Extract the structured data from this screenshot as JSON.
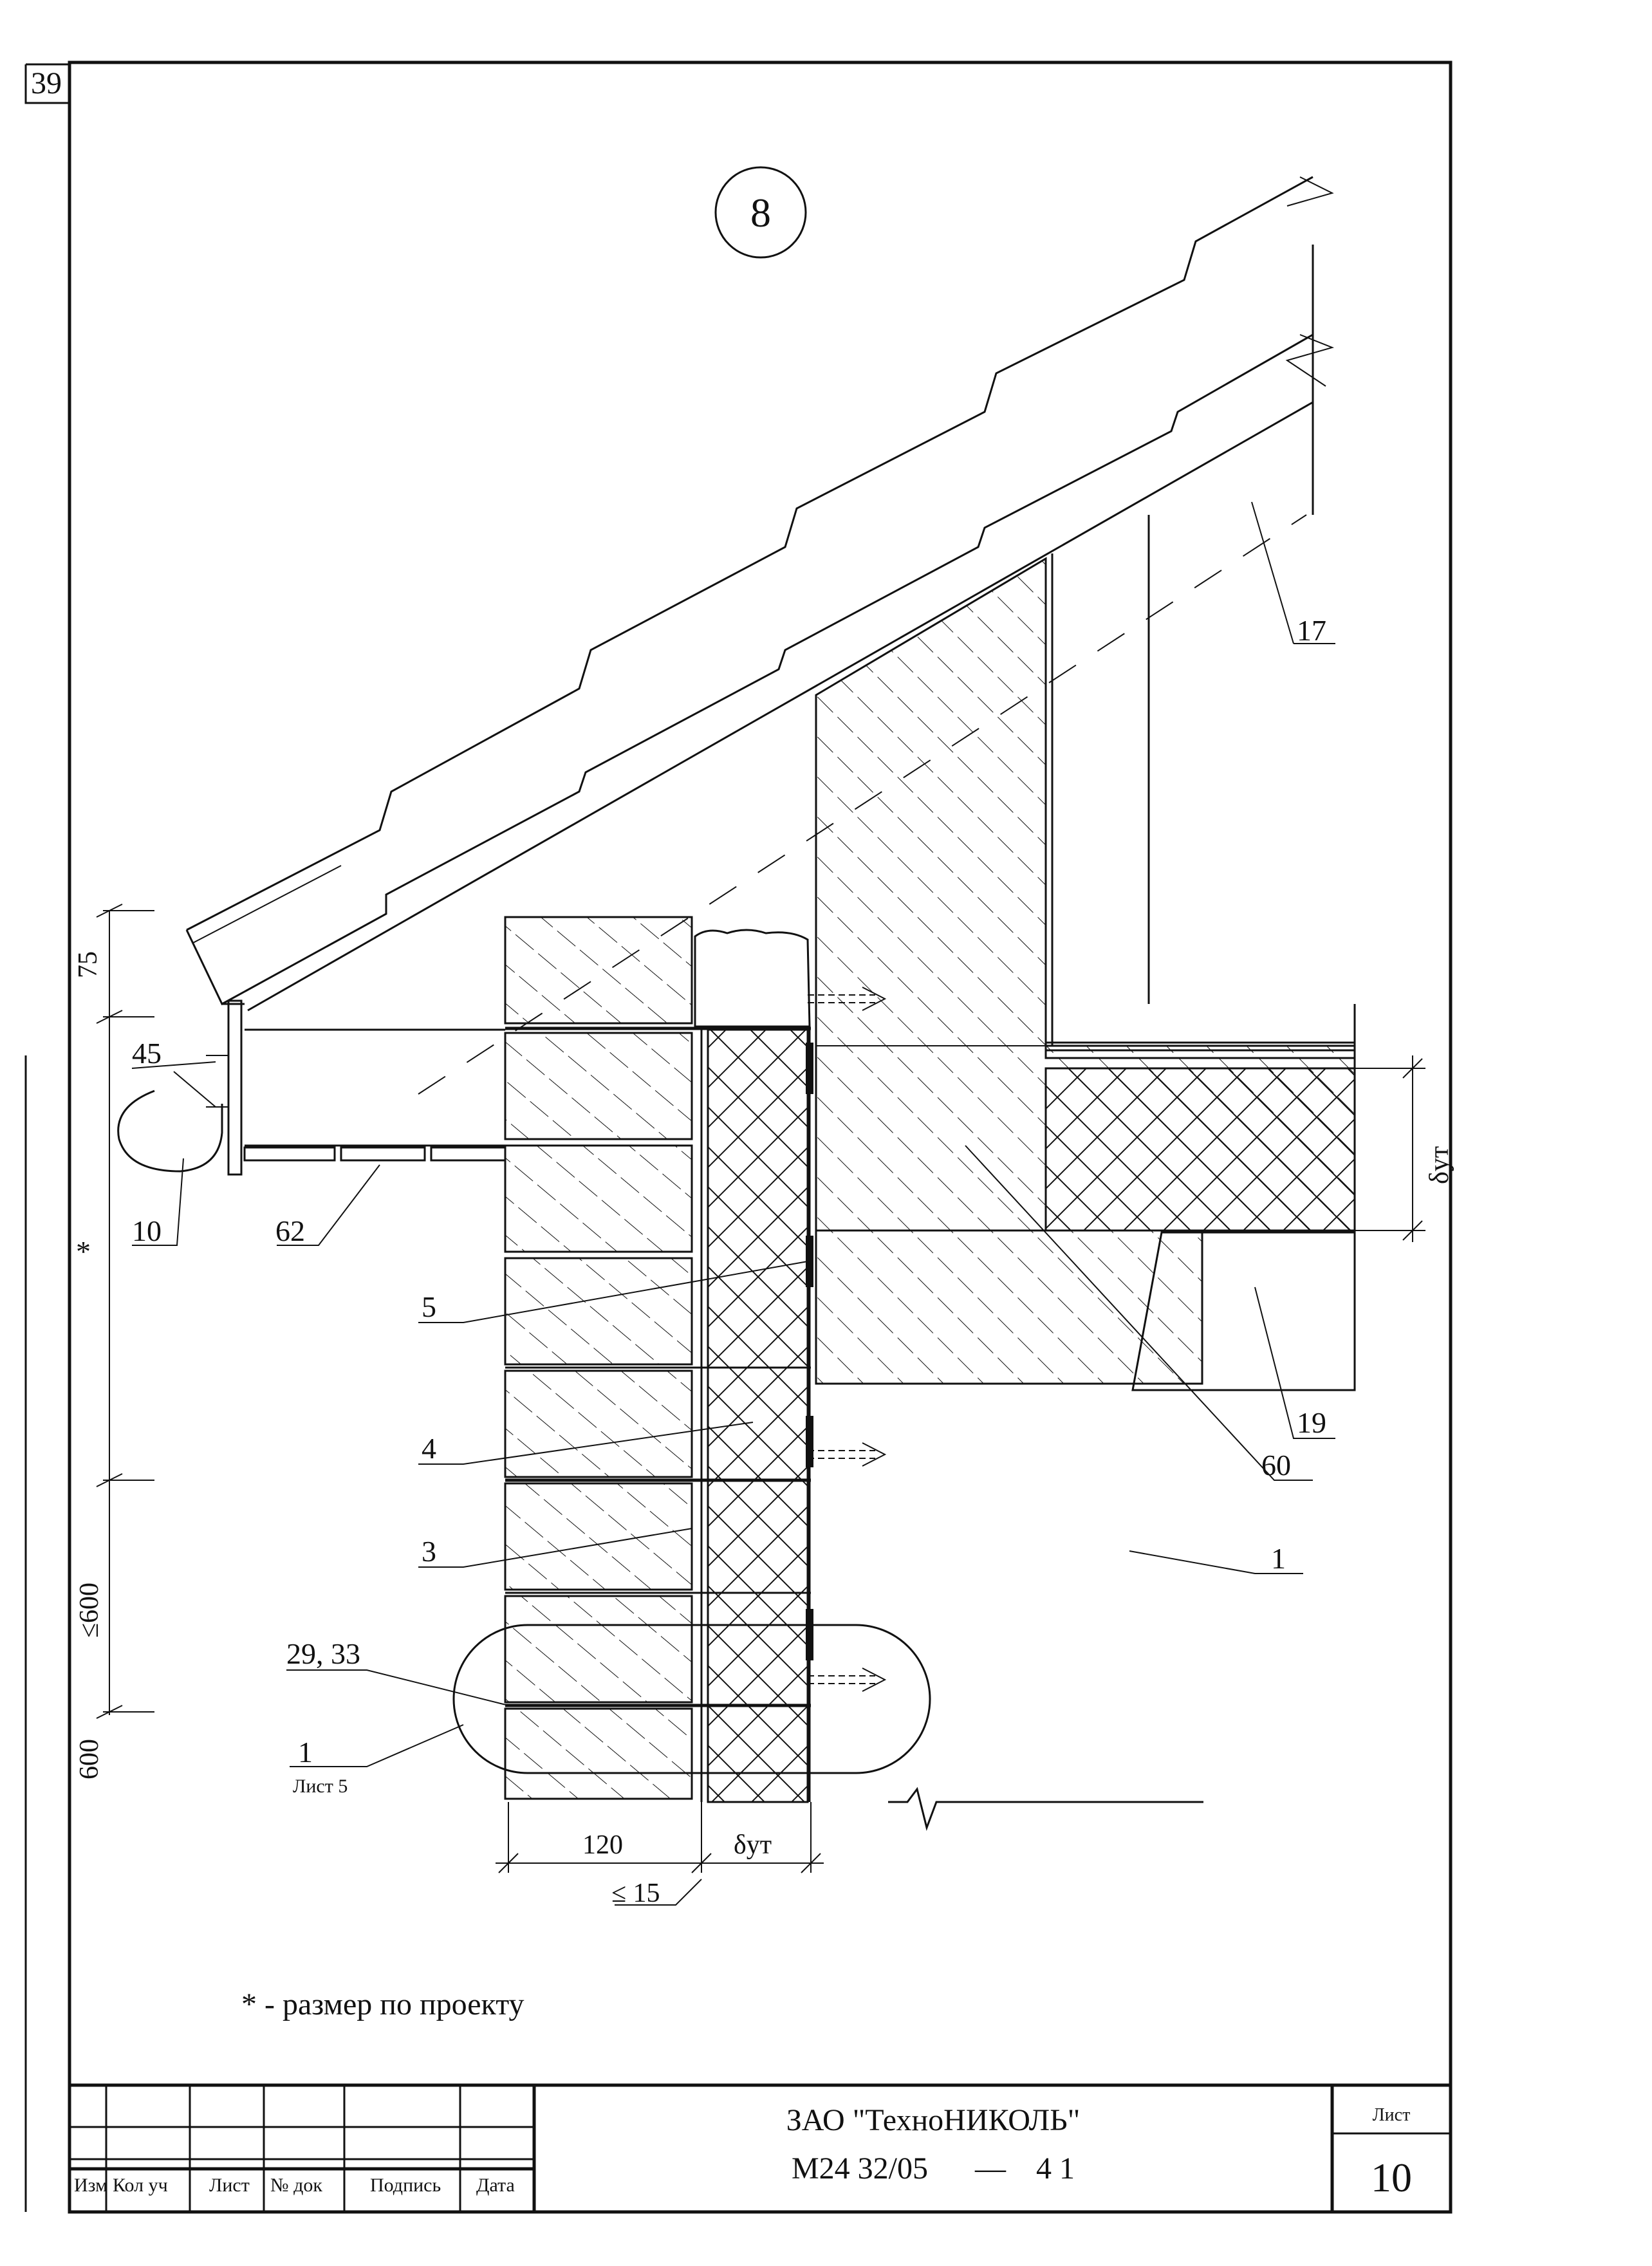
{
  "sheet_corner_number": "39",
  "detail_number": "8",
  "callouts": {
    "c17": "17",
    "c45": "45",
    "c10": "10",
    "c62": "62",
    "c5": "5",
    "c4": "4",
    "c3": "3",
    "c29_33": "29, 33",
    "c1_ref": "1",
    "c1_ref_sheet": "Лист 5",
    "c19": "19",
    "c60": "60",
    "c1": "1"
  },
  "dimensions": {
    "d75": "75",
    "star": "*",
    "d_le600": "≤600",
    "d600": "600",
    "d120": "120",
    "d_le15": "≤ 15",
    "delta_ut": "δут"
  },
  "note": "* - размер по проекту",
  "title_block": {
    "company": "ЗАО \"ТехноНИКОЛЬ\"",
    "doc_code": "М24 32/05",
    "doc_dash": "—",
    "doc_suffix": "4 1",
    "sheet_label": "Лист",
    "sheet_number": "10",
    "columns": [
      "Изм",
      "Кол уч",
      "Лист",
      "№ док",
      "Подпись",
      "Дата"
    ]
  }
}
